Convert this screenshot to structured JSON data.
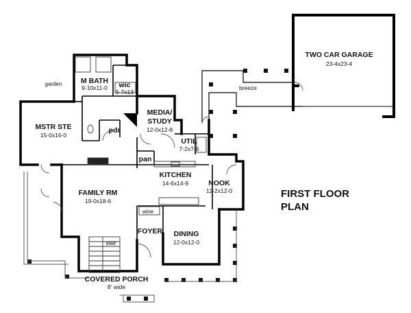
{
  "plan": {
    "title_line1": "FIRST FLOOR",
    "title_line2": "PLAN"
  },
  "rooms": {
    "garage": {
      "name": "TWO CAR GARAGE",
      "dims": "23-4x23-4"
    },
    "breeze": {
      "name": "breeze"
    },
    "m_bath": {
      "name": "M BATH",
      "dims": "9-10x11-0"
    },
    "wic": {
      "name": "wic",
      "dims": "5-7x13"
    },
    "garden": {
      "name": "garden"
    },
    "mstr_ste": {
      "name": "MSTR STE",
      "dims": "15-0x16-0"
    },
    "pdr": {
      "name": "pdr"
    },
    "media": {
      "name_line1": "MEDIA/",
      "name_line2": "STUDY",
      "dims": "12-0x12-8"
    },
    "util": {
      "name": "UTIL",
      "dims": "7-2x7-6"
    },
    "pan": {
      "name": "pan"
    },
    "kitchen": {
      "name": "KITCHEN",
      "dims": "14-6x14-9"
    },
    "nook": {
      "name": "NOOK",
      "dims": "12-2x12-0"
    },
    "family": {
      "name": "FAMILY RM",
      "dims": "19-0x18-6"
    },
    "wine": {
      "name": "wine"
    },
    "foyer": {
      "name": "FOYER"
    },
    "dining": {
      "name": "DINING",
      "dims": "12-0x12-0"
    },
    "stair": {
      "name": "stair"
    },
    "porch": {
      "name": "COVERED PORCH",
      "dims": "8' wide"
    }
  }
}
